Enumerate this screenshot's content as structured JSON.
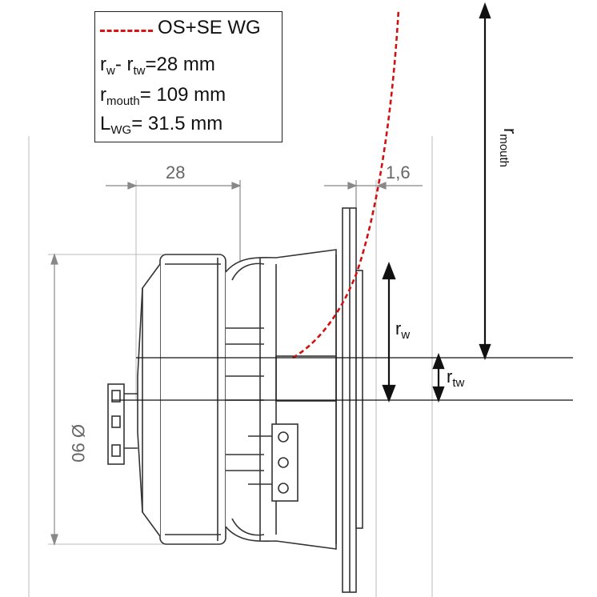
{
  "legend": {
    "curve_label": "OS+SE WG",
    "rows": [
      {
        "main": "r",
        "sub1": "w",
        "mid": "- r",
        "sub2": "tw",
        "rest": "=28 mm"
      },
      {
        "main": "r",
        "sub1": "mouth",
        "rest": "= 109 mm"
      },
      {
        "main": "L",
        "sub1": "WG",
        "rest": "= 31.5 mm"
      }
    ]
  },
  "dimensions": {
    "depth": "28",
    "flange": "1,6",
    "diameter": "Ø 90"
  },
  "labels": {
    "r_mouth": {
      "main": "r",
      "sub": "mouth"
    },
    "r_w": {
      "main": "r",
      "sub": "w"
    },
    "r_tw": {
      "main": "r",
      "sub": "tw"
    }
  },
  "colors": {
    "waveguide_curve": "#d11111",
    "drawing_lines": "#333333",
    "dimension_lines": "#888888"
  }
}
